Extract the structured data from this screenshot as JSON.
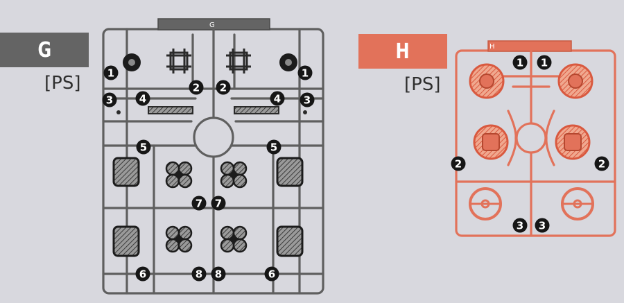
{
  "runners": [
    {
      "letter": "G",
      "material": "[PS]",
      "runner_label": "G",
      "color": "#5f5f5f",
      "tag_color": "#646464",
      "part_numbers": [
        "1",
        "1",
        "2",
        "2",
        "3",
        "3",
        "4",
        "4",
        "5",
        "5",
        "6",
        "6",
        "7",
        "7",
        "8",
        "8"
      ]
    },
    {
      "letter": "H",
      "material": "[PS]",
      "runner_label": "H",
      "color": "#e2725a",
      "tag_color": "#e2725a",
      "part_numbers": [
        "1",
        "1",
        "2",
        "2",
        "3",
        "3"
      ]
    }
  ]
}
